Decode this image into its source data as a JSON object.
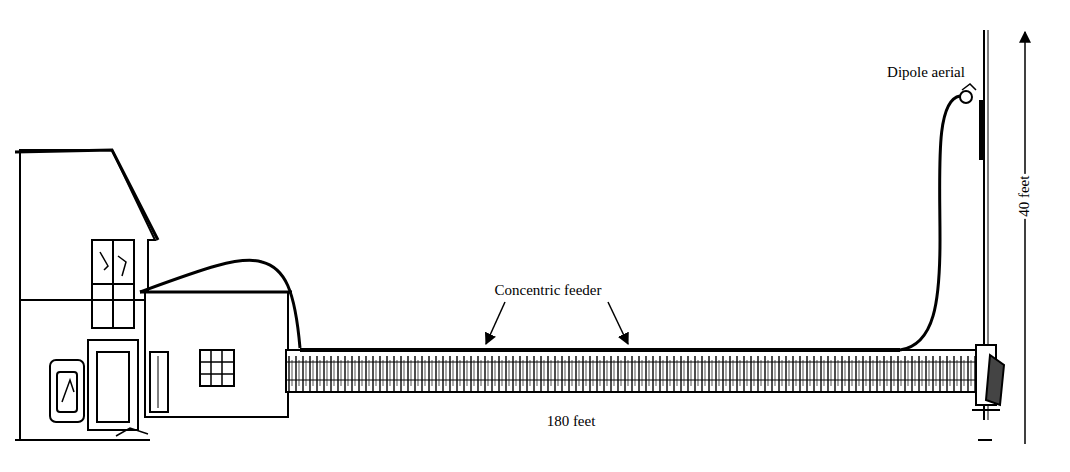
{
  "diagram": {
    "labels": [
      "Dipole aerial",
      "Concentric feeder",
      "180 feet",
      "40 feet"
    ]
  }
}
